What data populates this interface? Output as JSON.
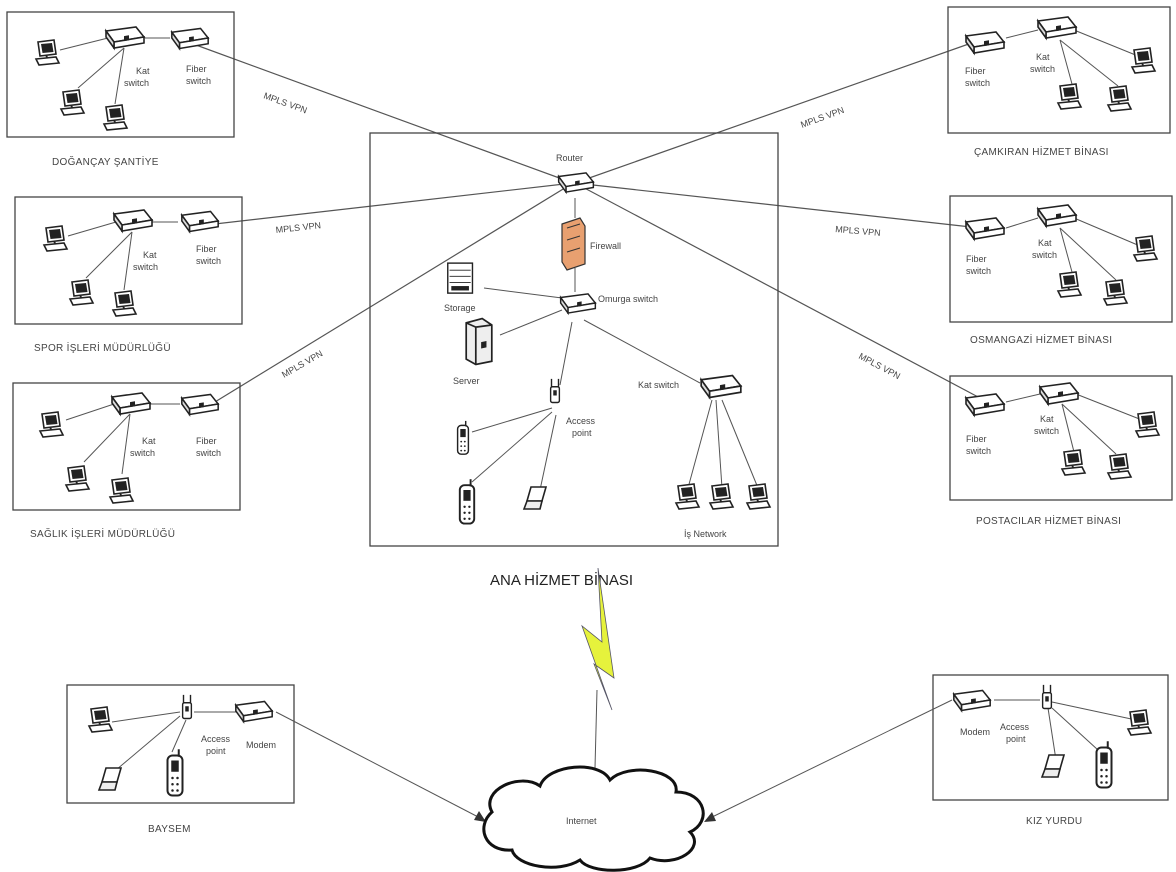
{
  "main": {
    "title": "ANA HİZMET BİNASI",
    "router": "Router",
    "firewall": "Firewall",
    "storage": "Storage",
    "backbone_switch": "Omurga switch",
    "server": "Server",
    "access_point": [
      "Access",
      "point"
    ],
    "floor_switch": "Kat switch",
    "network": "İş Network"
  },
  "link_label": "MPLS VPN",
  "labels": {
    "floor_switch": [
      "Kat",
      "switch"
    ],
    "fiber_switch": [
      "Fiber",
      "switch"
    ],
    "modem": "Modem",
    "access_point": [
      "Access",
      "point"
    ]
  },
  "internet": "Internet",
  "sites": {
    "dogancay": "DOĞANÇAY ŞANTİYE",
    "spor": "SPOR İŞLERİ MÜDÜRLÜĞÜ",
    "saglik": "SAĞLIK İŞLERİ MÜDÜRLÜĞÜ",
    "camkiran": "ÇAMKIRAN HİZMET BİNASI",
    "osmangazi": "OSMANGAZİ HİZMET BİNASI",
    "postacilar": "POSTACILAR HİZMET BİNASI",
    "baysem": "BAYSEM",
    "kiz_yurdu": "KIZ YURDU"
  },
  "colors": {
    "firewall": "#e8a070",
    "lightning": "#e6f23c",
    "line": "#555555"
  }
}
